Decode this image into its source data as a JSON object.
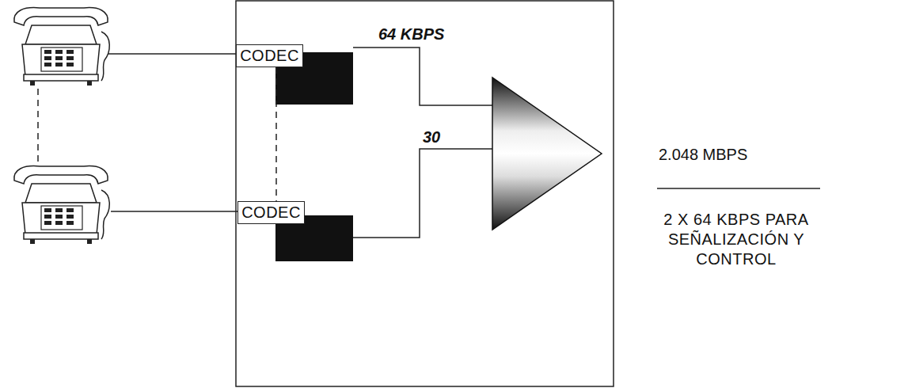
{
  "diagram": {
    "nodes": [
      {
        "text": [
          "CODEC"
        ]
      },
      {
        "text": [
          "CODEC"
        ]
      }
    ],
    "edges": [
      {
        "from": 0,
        "to": 1,
        "arrow": "none"
      }
    ],
    "labels": [
      "64 KBPS",
      "30",
      "2.048 MBPS",
      "2 X 64 KBPS PARA SEÑALIZACIÓN Y CONTROL"
    ]
  }
}
